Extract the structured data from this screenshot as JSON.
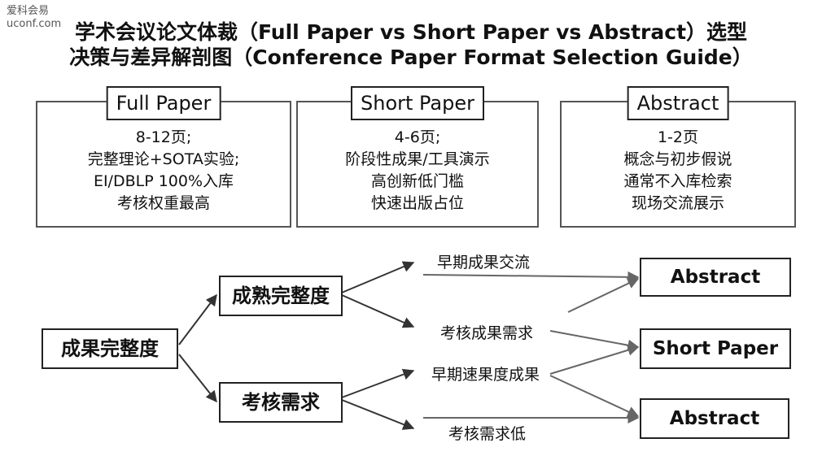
{
  "watermark": {
    "line1": "爱科会易",
    "line2": "uconf.com"
  },
  "title": {
    "line1": "学术会议论文体裁（Full Paper vs Short Paper vs Abstract）选型",
    "line2": "决策与差异解剖图（Conference Paper Format Selection Guide）"
  },
  "cards": [
    {
      "name": "Full Paper",
      "lines": [
        "8-12页;",
        "完整理论+SOTA实验;",
        "EI/DBLP 100%入库",
        "考核权重最高"
      ]
    },
    {
      "name": "Short Paper",
      "lines": [
        "4-6页;",
        "阶段性成果/工具演示",
        "高创新低门槛",
        "快速出版占位"
      ]
    },
    {
      "name": "Abstract",
      "lines": [
        "1-2页",
        "概念与初步假说",
        "通常不入库检索",
        "现场交流展示"
      ]
    }
  ],
  "tree": {
    "root": "成果完整度",
    "branch_top": "成熟完整度",
    "branch_bottom": "考核需求",
    "edge_labels": [
      "早期成果交流",
      "考核成果需求",
      "早期速果度成果",
      "考核需求低"
    ],
    "outcomes": [
      "Abstract",
      "Short Paper",
      "Abstract"
    ]
  }
}
